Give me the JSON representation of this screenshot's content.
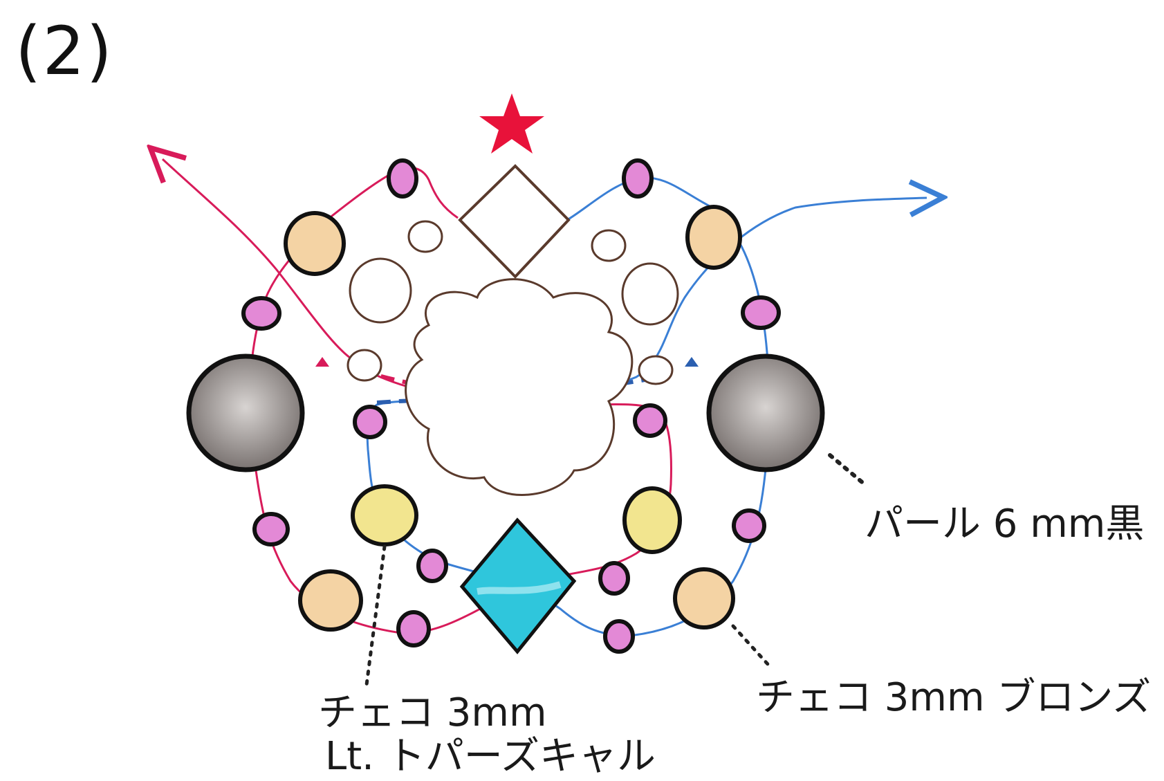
{
  "step_number": "(2)",
  "labels": {
    "pearl": "パール 6 mm黒",
    "bronze": "チェコ 3mm ブロンズ",
    "topaz_line1": "チェコ 3mm",
    "topaz_line2": "Lt. トパーズキャル"
  },
  "colors": {
    "thread_left": "#d81b5a",
    "thread_right": "#3a7fd5",
    "star": "#e8123a",
    "pearl_fill": "#8d8683",
    "bronze_fill": "#f4d3a4",
    "topaz_fill": "#f2e58f",
    "pink_bead": "#e389d6",
    "center_diamond": "#2fc6dc",
    "outline": "#111111",
    "brown_outline": "#5a3a2c"
  }
}
